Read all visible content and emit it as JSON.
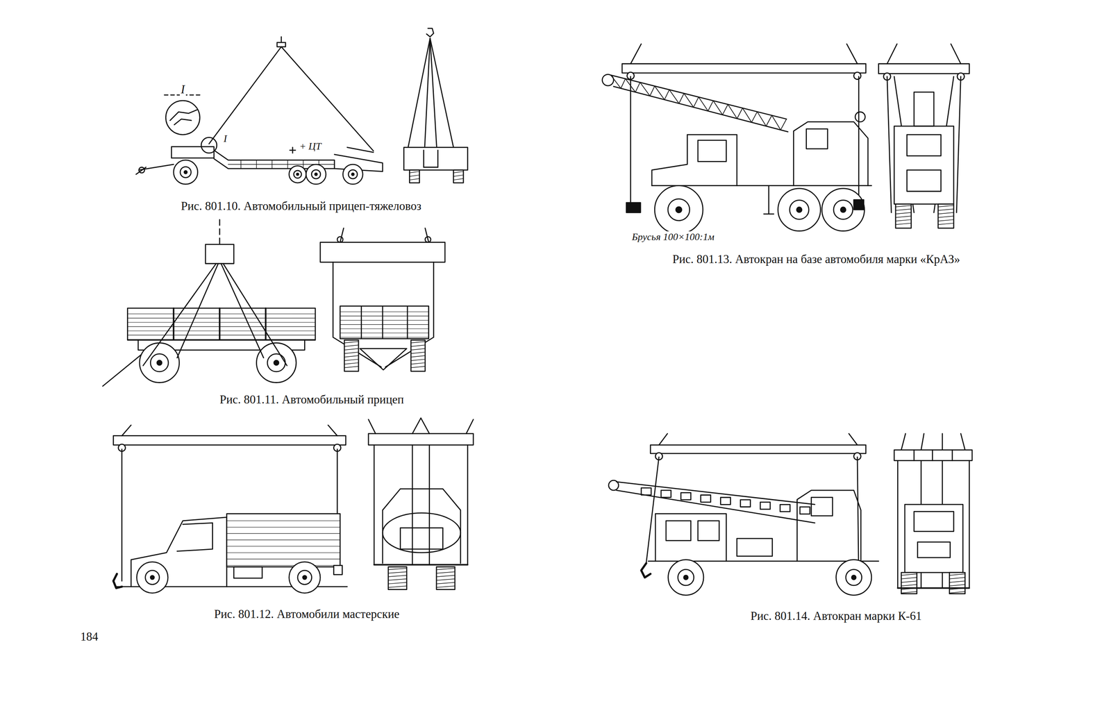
{
  "diagram": {
    "labels": [
      "I",
      "I",
      "+ ЦТ",
      "Рис. 801.10. Автомобильный прицеп-тяжеловоз",
      "Рис. 801.11. Автомобильный прицеп",
      "Рис. 801.12. Автомобили мастерские",
      "Брусья 100×100:1м",
      "Рис. 801.13. Автокран на базе автомобиля марки «КрАЗ»",
      "Рис. 801.14. Автокран марки К-61",
      "184"
    ]
  }
}
